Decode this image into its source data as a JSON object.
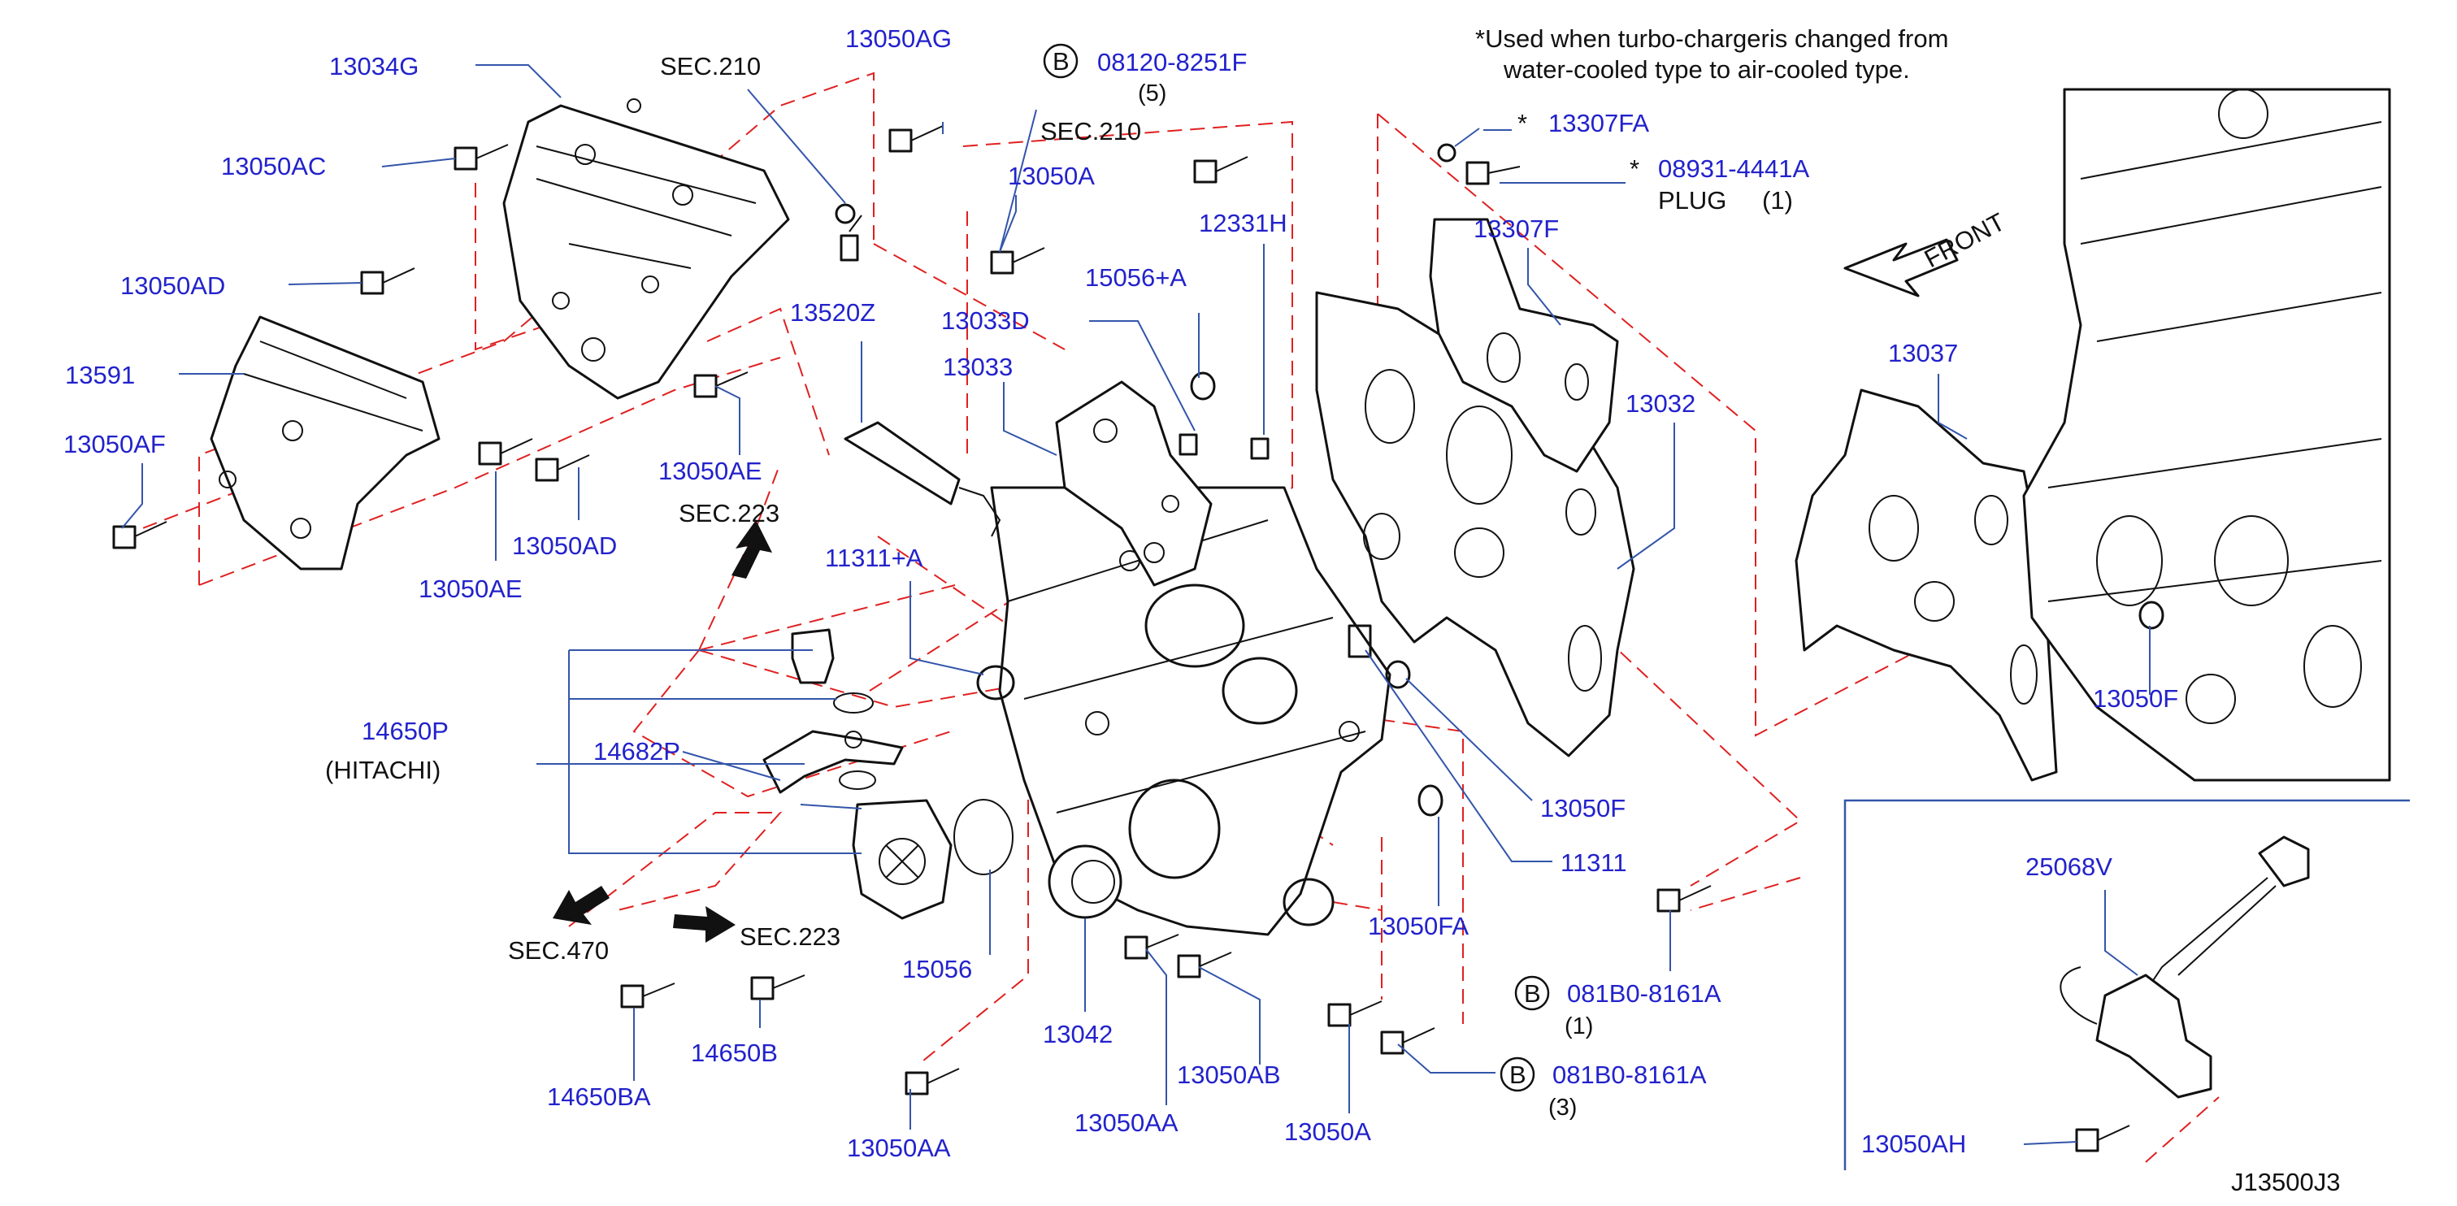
{
  "note": {
    "line1": "*Used when turbo-chargeris changed from",
    "line2": "water-cooled type to air-cooled type."
  },
  "drawing_id": "J13500J3",
  "front_label": "FRONT",
  "hitachi_note": "(HITACHI)",
  "plug_note": {
    "text": "PLUG",
    "qty": "(1)"
  },
  "sections": {
    "sec210_a": "SEC.210",
    "sec210_b": "SEC.210",
    "sec223_a": "SEC.223",
    "sec223_b": "SEC.223",
    "sec470": "SEC.470"
  },
  "bolt_refs": {
    "b1": {
      "badge": "B",
      "part": "08120-8251F",
      "qty": "(5)"
    },
    "b2": {
      "badge": "B",
      "part": "081B0-8161A",
      "qty": "(1)"
    },
    "b3": {
      "badge": "B",
      "part": "081B0-8161A",
      "qty": "(3)"
    }
  },
  "star": "*",
  "parts": {
    "p13034G": "13034G",
    "p13050AC": "13050AC",
    "p13050AD_1": "13050AD",
    "p13591": "13591",
    "p13050AF": "13050AF",
    "p13050AE_1": "13050AE",
    "p13050AD_2": "13050AD",
    "p13050AE_2": "13050AE",
    "p13050AG": "13050AG",
    "p13050A_1": "13050A",
    "p13520Z": "13520Z",
    "p13033D": "13033D",
    "p13033": "13033",
    "p15056A": "15056+A",
    "p12331H": "12331H",
    "p13307FA": "13307FA",
    "p08931": "08931-4441A",
    "p13307F": "13307F",
    "p13032": "13032",
    "p13037": "13037",
    "p13050F_1": "13050F",
    "p11311A": "11311+A",
    "p14650P": "14650P",
    "p14682P": "14682P",
    "p13050F_2": "13050F",
    "p11311": "11311",
    "p15056": "15056",
    "p13042": "13042",
    "p13050FA": "13050FA",
    "p14650B": "14650B",
    "p14650BA": "14650BA",
    "p13050AB": "13050AB",
    "p13050AA_1": "13050AA",
    "p13050AA_2": "13050AA",
    "p13050A_2": "13050A",
    "p25068V": "25068V",
    "p13050AH": "13050AH"
  }
}
